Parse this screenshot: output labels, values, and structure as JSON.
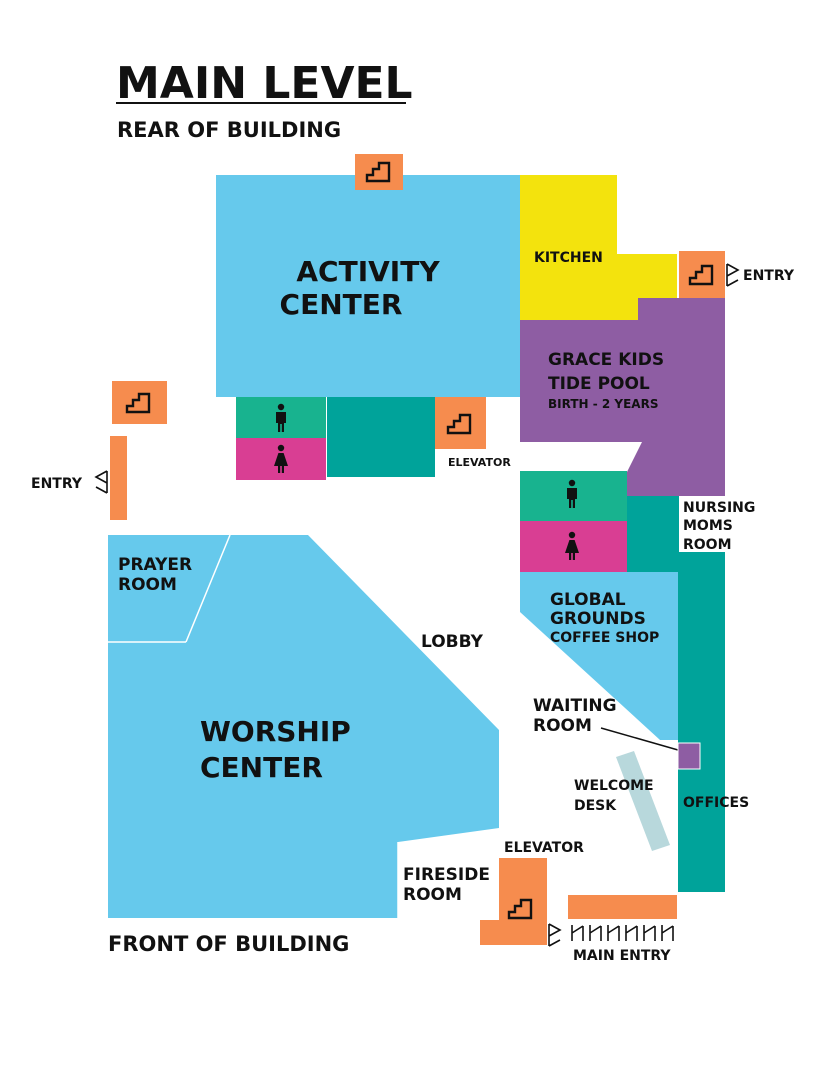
{
  "header": {
    "title": "MAIN LEVEL",
    "rear_label": "REAR OF BUILDING",
    "front_label": "FRONT OF BUILDING"
  },
  "rooms": {
    "activity_center": [
      "ACTIVITY",
      "CENTER"
    ],
    "kitchen": "KITCHEN",
    "grace_kids": [
      "GRACE KIDS",
      "TIDE POOL",
      "BIRTH - 2 YEARS"
    ],
    "nursing": [
      "NURSING",
      "MOMS",
      "ROOM"
    ],
    "global_grounds": [
      "GLOBAL",
      "GROUNDS",
      "COFFEE SHOP"
    ],
    "prayer_room": [
      "PRAYER",
      "ROOM"
    ],
    "lobby": "LOBBY",
    "worship_center": [
      "WORSHIP",
      "CENTER"
    ],
    "waiting_room": [
      "WAITING",
      "ROOM"
    ],
    "welcome_desk": [
      "WELCOME",
      "DESK"
    ],
    "offices": "OFFICES",
    "fireside_room": [
      "FIRESIDE",
      "ROOM"
    ]
  },
  "markers": {
    "elevator_upper": "ELEVATOR",
    "elevator_lower": "ELEVATOR",
    "entry_right": "ENTRY",
    "entry_left": "ENTRY",
    "main_entry": "MAIN ENTRY"
  },
  "colors": {
    "blue": "#66c9ec",
    "yellow": "#f3e30d",
    "purple": "#8e5da3",
    "green": "#18b38f",
    "teal": "#00a39a",
    "pink": "#d93e93",
    "orange": "#f68c4e",
    "gray": "#b8d8dc"
  },
  "icons": [
    "stairs-icon",
    "male-restroom-icon",
    "female-restroom-icon",
    "door-icon"
  ]
}
